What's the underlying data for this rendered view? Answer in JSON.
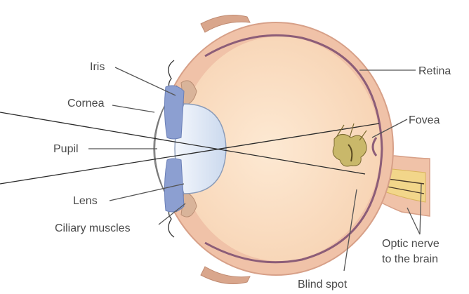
{
  "labels": {
    "iris": "Iris",
    "cornea": "Cornea",
    "pupil": "Pupil",
    "lens": "Lens",
    "ciliary_muscles": "Ciliary muscles",
    "retina": "Retina",
    "fovea": "Fovea",
    "optic_nerve_line1": "Optic nerve",
    "optic_nerve_line2": "to the brain",
    "blind_spot": "Blind spot"
  },
  "colors": {
    "sclera": "#f0c2a8",
    "sclera_edge": "#d7a088",
    "vitreous": "#fbe1c6",
    "retina_line": "#8c5d78",
    "lens": "#e4ecf7",
    "iris": "#8c9fd1",
    "optic_nerve": "#f2d68a",
    "light_ray": "#2a2a2a",
    "label_text": "#4a4a4a",
    "muscle": "#d9b49a"
  }
}
